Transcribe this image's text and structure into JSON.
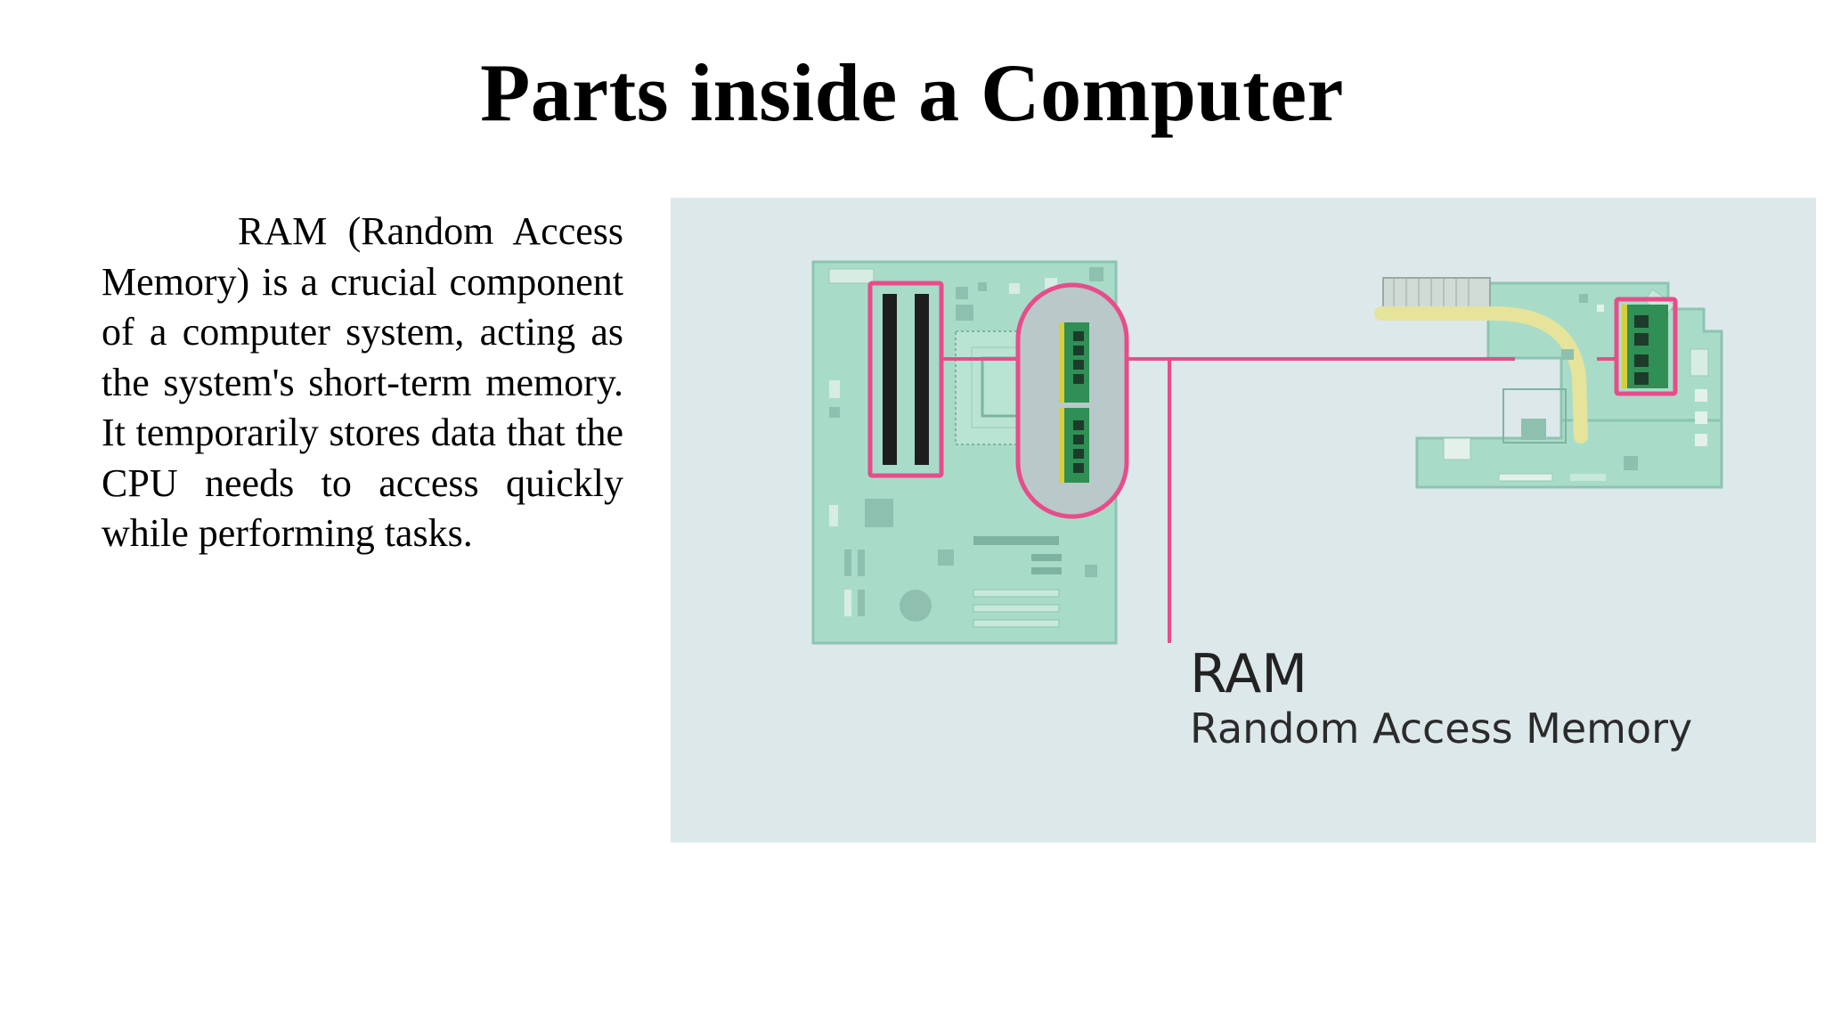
{
  "slide": {
    "title": "Parts inside a Computer",
    "body": "RAM (Random Access Memory) is a crucial component of a computer system, acting as the system's short-term memory. It temporarily stores data that the CPU needs to access quickly while performing tasks."
  },
  "illustration": {
    "caption": "RAM",
    "subcaption": "Random Access Memory",
    "colors": {
      "background": "#dde8ea",
      "board": "#a8dcc8",
      "highlight": "#e84c8b",
      "ram_module": "#2f8f55",
      "heat_pipe": "#e6e39b"
    },
    "icons": [
      "desktop-motherboard-icon",
      "ram-module-icon",
      "laptop-motherboard-icon"
    ]
  }
}
